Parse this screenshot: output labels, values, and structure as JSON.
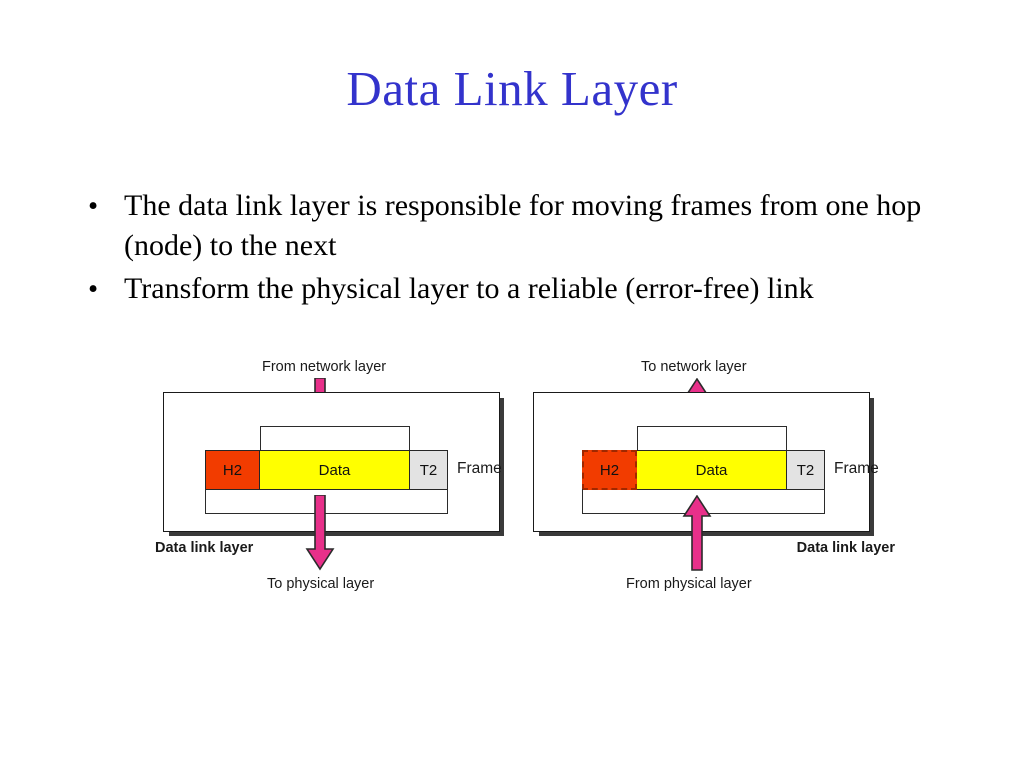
{
  "slide": {
    "title": "Data Link Layer",
    "title_color": "#3333cc",
    "background": "#ffffff"
  },
  "bullets": [
    {
      "marker": "•",
      "text": "The data link layer is responsible for moving frames from one hop (node) to the next"
    },
    {
      "marker": "•",
      "text": "Transform the physical layer to a reliable (error-free) link"
    }
  ],
  "figure": {
    "colors": {
      "header": "#f23c00",
      "data": "#ffff00",
      "trailer": "#e3e3e3",
      "arrow": "#e8308a",
      "outline": "#1a1a1a"
    },
    "panels": [
      {
        "id": "sending",
        "top_caption": "From network layer",
        "bottom_caption": "To physical layer",
        "layer_label": "Data link layer",
        "layer_label_align": "left",
        "arrow_top_direction": "down",
        "arrow_bottom_direction": "down",
        "frame_word": "Frame",
        "header_dashed": false,
        "segments": [
          {
            "name": "header",
            "label": "H2"
          },
          {
            "name": "data",
            "label": "Data"
          },
          {
            "name": "trailer",
            "label": "T2"
          }
        ]
      },
      {
        "id": "receiving",
        "top_caption": "To network layer",
        "bottom_caption": "From physical layer",
        "layer_label": "Data link layer",
        "layer_label_align": "right",
        "arrow_top_direction": "up",
        "arrow_bottom_direction": "up",
        "frame_word": "Frame",
        "header_dashed": true,
        "segments": [
          {
            "name": "header",
            "label": "H2"
          },
          {
            "name": "data",
            "label": "Data"
          },
          {
            "name": "trailer",
            "label": "T2"
          }
        ]
      }
    ]
  }
}
